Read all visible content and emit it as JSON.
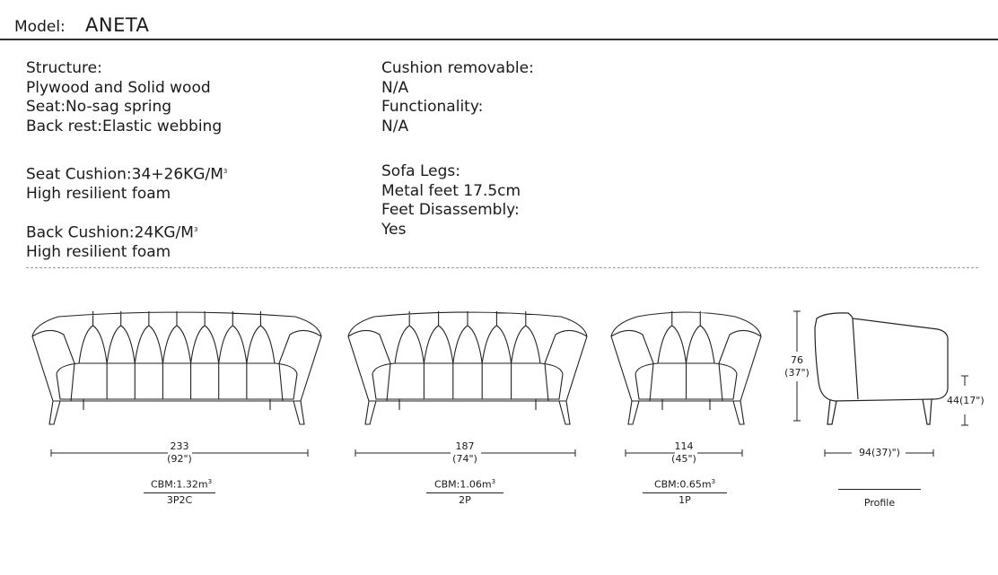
{
  "header": {
    "model_label": "Model:",
    "model_name": "ANETA"
  },
  "specs_left": [
    {
      "lines": [
        "Structure:",
        "Plywood and Solid wood",
        "Seat:No-sag spring",
        "Back rest:Elastic webbing"
      ]
    },
    {
      "lines": [
        "Seat Cushion:34+26KG/M",
        "High resilient foam"
      ],
      "sup": "3"
    },
    {
      "lines": [
        "Back Cushion:24KG/M",
        "High resilient foam"
      ],
      "sup": "3"
    }
  ],
  "specs_right": [
    {
      "lines": [
        "Cushion removable:",
        "N/A",
        "Functionality:",
        "N/A"
      ]
    },
    {
      "lines": [
        "Sofa Legs:",
        "Metal feet 17.5cm",
        "Feet Disassembly:",
        "Yes"
      ]
    }
  ],
  "products": [
    {
      "width_cm": "233",
      "width_in": "(92\")",
      "cbm": "CBM:1.32m",
      "cbm_sup": "3",
      "code": "3P2C"
    },
    {
      "width_cm": "187",
      "width_in": "(74\")",
      "cbm": "CBM:1.06m",
      "cbm_sup": "3",
      "code": "2P"
    },
    {
      "width_cm": "114",
      "width_in": "(45\")",
      "cbm": "CBM:0.65m",
      "cbm_sup": "3",
      "code": "1P"
    }
  ],
  "profile": {
    "height_cm": "76",
    "height_in": "(37\")",
    "seat_height": "44(17\")",
    "depth": "94(37)\")",
    "label": "Profile"
  }
}
